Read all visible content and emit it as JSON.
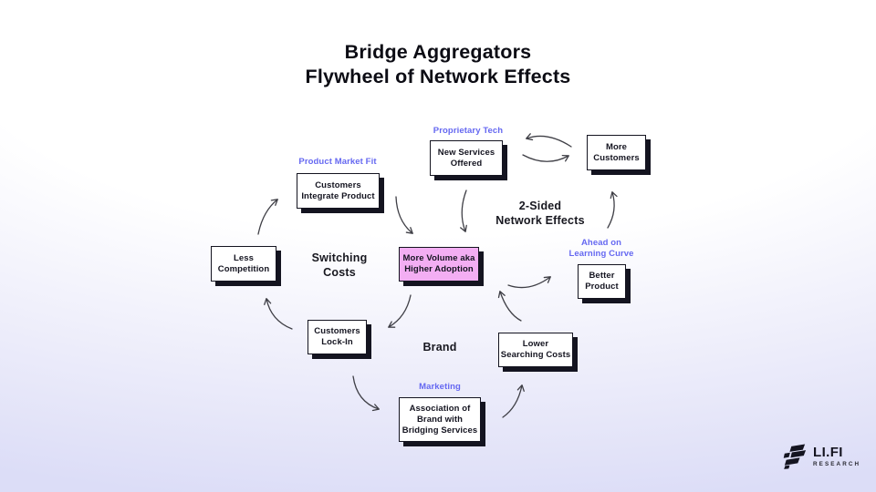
{
  "title": "Bridge Aggregators\nFlywheel of Network Effects",
  "nodes": {
    "new_services": {
      "label": "New Services\nOffered"
    },
    "more_customers": {
      "label": "More\nCustomers"
    },
    "customers_integrate": {
      "label": "Customers\nIntegrate Product"
    },
    "less_competition": {
      "label": "Less\nCompetition"
    },
    "more_volume": {
      "label": "More Volume aka\nHigher Adoption",
      "highlighted": true
    },
    "better_product": {
      "label": "Better\nProduct"
    },
    "customers_lockin": {
      "label": "Customers\nLock-In"
    },
    "lower_searching": {
      "label": "Lower\nSearching Costs"
    },
    "association": {
      "label": "Association of\nBrand with\nBridging Services"
    }
  },
  "tags": {
    "proprietary_tech": "Proprietary Tech",
    "product_market_fit": "Product Market Fit",
    "ahead_on_learning_curve": "Ahead on\nLearning Curve",
    "marketing": "Marketing"
  },
  "loops": {
    "two_sided": "2-Sided\nNetwork Effects",
    "switching": "Switching\nCosts",
    "brand": "Brand"
  },
  "logo": {
    "name": "LI.FI",
    "sub": "RESEARCH"
  },
  "colors": {
    "accent_blue": "#6568f1",
    "highlight_pink": "#f3aef3",
    "ink": "#141420",
    "background_bottom": "#dcddf7"
  }
}
